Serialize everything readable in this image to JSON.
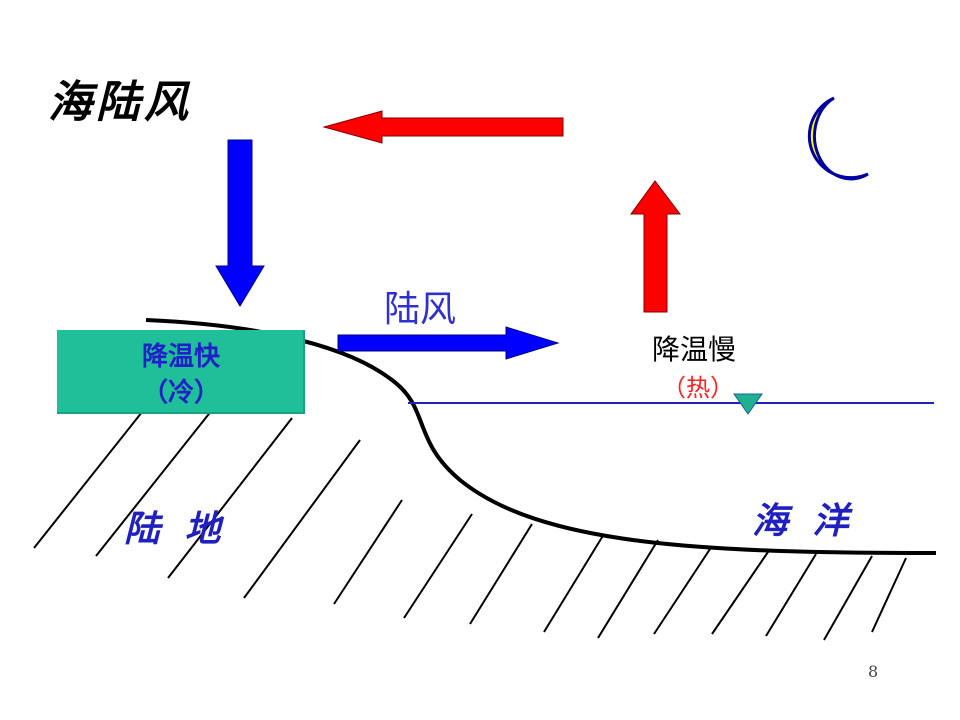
{
  "title": "海陆风",
  "land_box": {
    "line1": "降温快",
    "line2": "（冷）"
  },
  "wind_label": "陆风",
  "sea_text": {
    "line1": "降温慢",
    "line2": "（热）"
  },
  "land_label": "陆 地",
  "ocean_label": "海 洋",
  "page_number": "8",
  "colors": {
    "down_arrow": "#0000ff",
    "land_wind_arrow": "#0000ff",
    "up_arrow": "#ff0000",
    "return_arrow": "#ff0000",
    "box_fill": "#1fbf99",
    "moon": "#ffff00",
    "sea_level_line": "#2020c0",
    "sea_level_marker": "#20b090"
  },
  "icons": {
    "moon": "crescent-moon-icon",
    "water_level": "water-level-triangle-icon"
  }
}
